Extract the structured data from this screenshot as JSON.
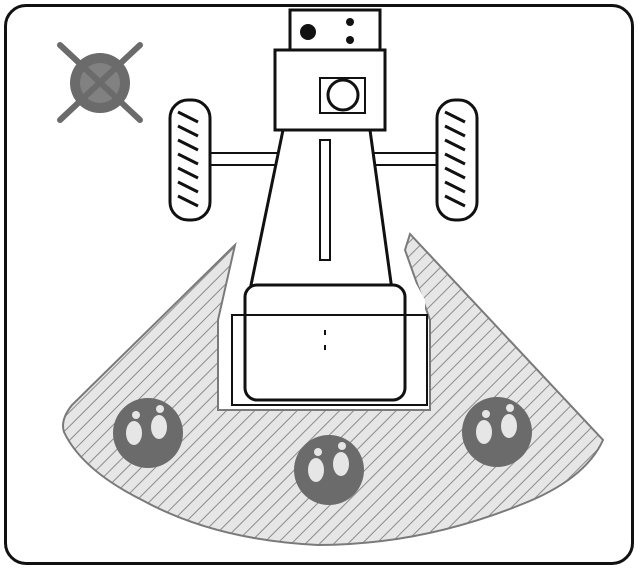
{
  "diagram": {
    "colors": {
      "outline": "#111111",
      "hatch": "#7a7a7a",
      "zone_fill": "#e6e6e6",
      "icon_gray": "#6b6b6b",
      "icon_light": "#ffffff"
    },
    "icons": {
      "no_operation_icon": "no-go-icon",
      "footprint_icon": "footprint-icon"
    },
    "elements": {
      "machine": "log-splitter",
      "zones": [
        "left",
        "center",
        "right"
      ]
    }
  }
}
